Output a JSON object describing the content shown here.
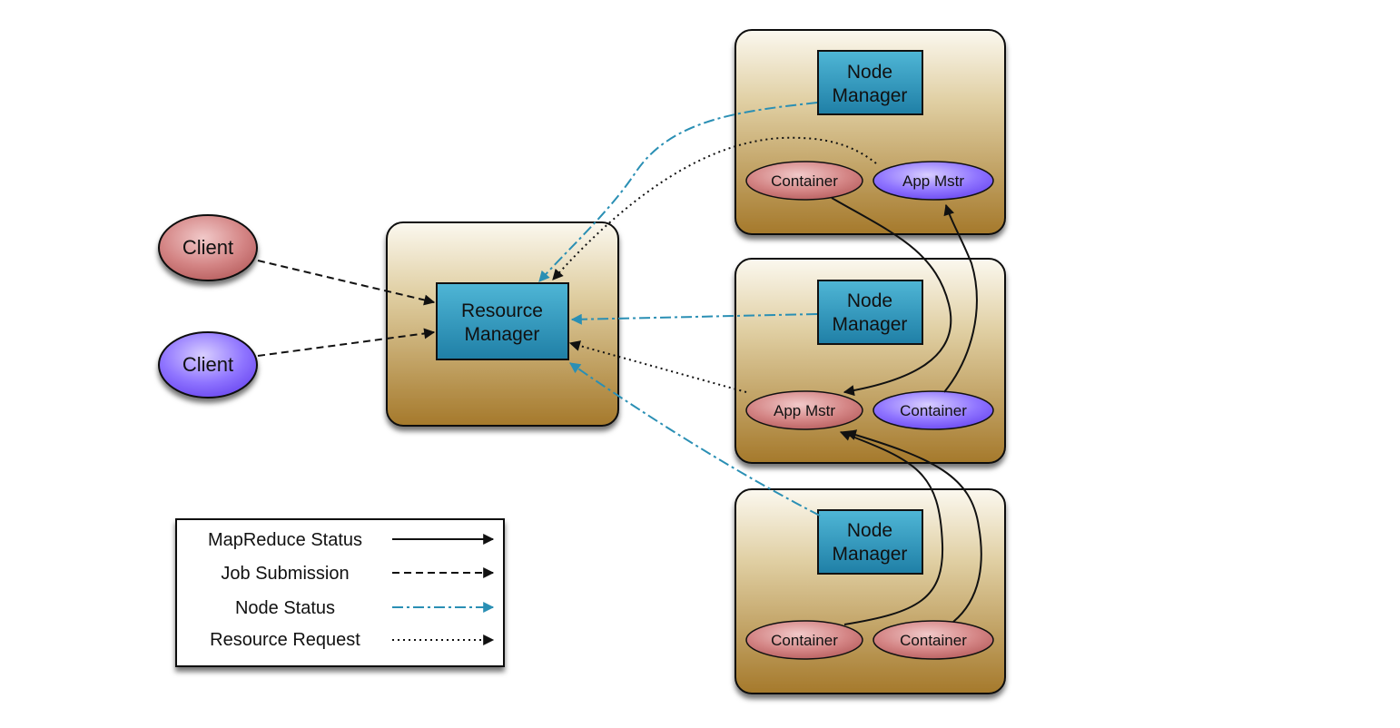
{
  "clients": [
    {
      "label": "Client"
    },
    {
      "label": "Client"
    }
  ],
  "resource_manager": {
    "line1": "Resource",
    "line2": "Manager"
  },
  "nodes": [
    {
      "manager": {
        "line1": "Node",
        "line2": "Manager"
      },
      "left": {
        "label": "Container"
      },
      "right": {
        "label": "App Mstr"
      }
    },
    {
      "manager": {
        "line1": "Node",
        "line2": "Manager"
      },
      "left": {
        "label": "App Mstr"
      },
      "right": {
        "label": "Container"
      }
    },
    {
      "manager": {
        "line1": "Node",
        "line2": "Manager"
      },
      "left": {
        "label": "Container"
      },
      "right": {
        "label": "Container"
      }
    }
  ],
  "legend": [
    {
      "label": "MapReduce Status",
      "style": "solid"
    },
    {
      "label": "Job Submission",
      "style": "dashed"
    },
    {
      "label": "Node Status",
      "style": "dashdot"
    },
    {
      "label": "Resource Request",
      "style": "dotted"
    }
  ],
  "colors": {
    "pink": "#c56a6a",
    "purple": "#7a5cf0",
    "box_teal": "#2a8fb4",
    "tan": "#b58d3e",
    "node_status": "#2a8fb4",
    "line": "#111111"
  }
}
